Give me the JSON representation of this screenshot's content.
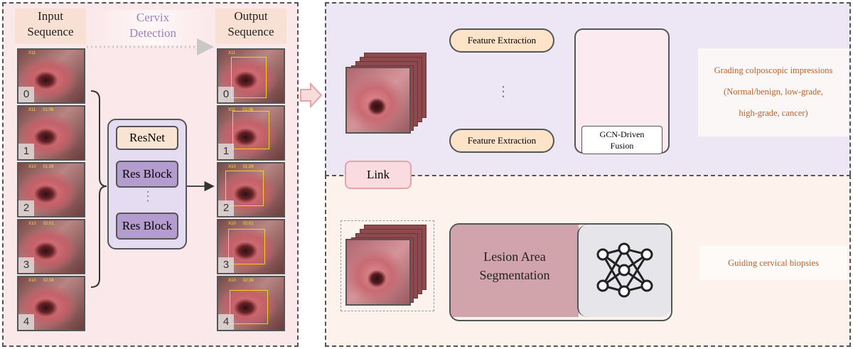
{
  "colors": {
    "accent_orange": "#c0612a",
    "cervix_purple": "#9b83b8",
    "resblock": "#b49ccf",
    "link_border": "#e6a3ac"
  },
  "left": {
    "input_header": [
      "Input",
      "Sequence"
    ],
    "cervix_header": [
      "Cervix",
      "Detection"
    ],
    "output_header": [
      "Output",
      "Sequence"
    ],
    "frame_numbers": [
      "0",
      "1",
      "2",
      "3",
      "4"
    ],
    "resnet_label": "ResNet",
    "resblock_label": "Res Block",
    "resblock_label_2": "Res Block",
    "ellipsis": "⋮"
  },
  "top": {
    "feature_extraction_1": "Feature Extraction",
    "feature_extraction_2": "Feature Extraction",
    "ellipsis": "⋮",
    "gcn_label": [
      "GCN-Driven",
      "Fusion"
    ],
    "output_lines": [
      "Grading colposcopic impressions",
      "(Normal/benign, low-grade,",
      "high-grade, cancer)"
    ]
  },
  "bottom": {
    "link_label": "Link",
    "segmentation_label": [
      "Lesion Area",
      "Segmentation"
    ],
    "output_text": "Guiding cervical biopsies"
  }
}
